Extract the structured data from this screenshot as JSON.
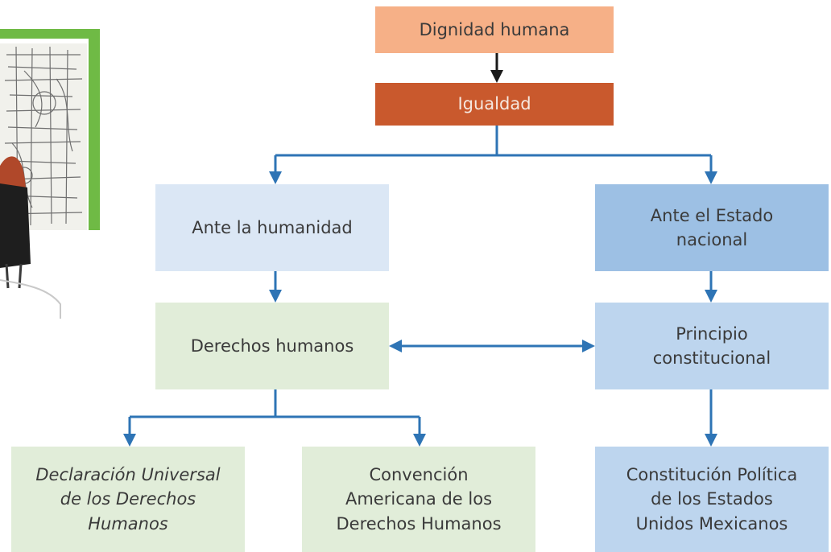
{
  "colors": {
    "arrow_dark": "#1a1a1a",
    "arrow_blue": "#2e74b5",
    "node_top": "#f6b087",
    "node_second": "#c9592d",
    "node_light_blue": "#dbe7f5",
    "node_mid_blue": "#9dc0e4",
    "node_light_blue_2": "#bdd5ee",
    "node_green": "#e1edd9",
    "illustration_frame": "#6fba45"
  },
  "nodes": {
    "dignidad": "Dignidad humana",
    "igualdad": "Igualdad",
    "ante_humanidad": "Ante la humanidad",
    "ante_estado": "Ante el Estado\nnacional",
    "derechos_humanos": "Derechos humanos",
    "principio": "Principio\nconstitucional",
    "declaracion": "Declaración Universal\nde los Derechos\nHumanos",
    "convencion": "Convención\nAmericana de los\nDerechos Humanos",
    "constitucion": "Constitución Política\nde los Estados\nUnidos Mexicanos"
  },
  "illustration": {
    "icon": "woman-looking-at-mural-illustration"
  }
}
